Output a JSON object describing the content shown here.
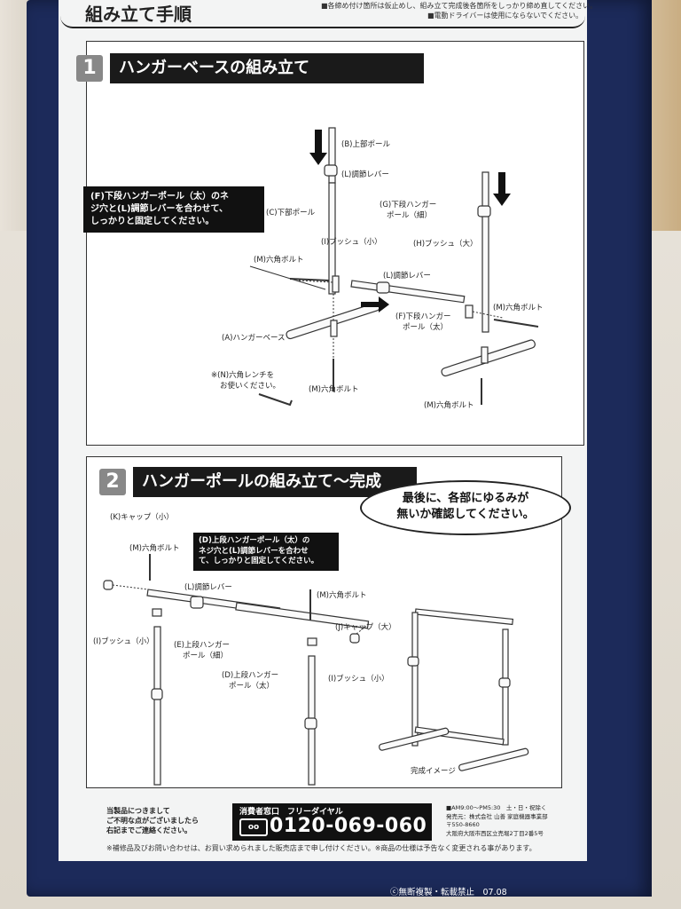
{
  "header": {
    "title": "組み立て手順",
    "note1": "■各締め付け箇所は仮止めし、組み立て完成後各箇所をしっかり締め直してください。",
    "note2": "■電動ドライバーは使用にならないでください。"
  },
  "step1": {
    "number": "1",
    "title": "ハンガーベースの組み立て",
    "note": [
      "(F)下段ハンガーポール（太）のネ",
      "ジ穴と(L)調節レバーを合わせて、",
      "しっかりと固定してください。"
    ],
    "labels": {
      "upper_pole": "(B)上部ポール",
      "lever_top": "(L)調節レバー",
      "lower_pole": "(C)下部ポール",
      "lower_hanger_thin_1": "(G)下段ハンガー",
      "lower_hanger_thin_2": "ポール（細）",
      "bush_small": "(I)ブッシュ（小）",
      "bush_large": "(H)ブッシュ（大）",
      "hex_bolt_left": "(M)六角ボルト",
      "lever_mid": "(L)調節レバー",
      "hex_bolt_right": "(M)六角ボルト",
      "lower_hanger_thick_1": "(F)下段ハンガー",
      "lower_hanger_thick_2": "ポール（太）",
      "hanger_base": "(A)ハンガーベース",
      "wrench_1": "※(N)六角レンチを",
      "wrench_2": "お使いください。",
      "hex_bolt_bottom": "(M)六角ボルト",
      "hex_bolt_bottom_right": "(M)六角ボルト"
    }
  },
  "step2": {
    "number": "2",
    "title": "ハンガーポールの組み立て〜完成",
    "oval": [
      "最後に、各部にゆるみが",
      "無いか確認してください。"
    ],
    "note": [
      "(D)上段ハンガーポール（太）の",
      "ネジ穴と(L)調節レバーを合わせ",
      "て、しっかりと固定してください。"
    ],
    "labels": {
      "cap_small": "(K)キャップ（小）",
      "hex_bolt_a": "(M)六角ボルト",
      "lever": "(L)調節レバー",
      "hex_bolt_b": "(M)六角ボルト",
      "cap_large": "(J)キャップ（大）",
      "bush_small_left": "(I)ブッシュ（小）",
      "upper_thin_1": "(E)上段ハンガー",
      "upper_thin_2": "ポール（細）",
      "upper_thick_1": "(D)上段ハンガー",
      "upper_thick_2": "ポール（太）",
      "bush_small_right": "(I)ブッシュ（小）",
      "complete": "完成イメージ"
    }
  },
  "footer": {
    "left": [
      "当製品につきまして",
      "ご不明な点がございましたら",
      "右記までご連絡ください。"
    ],
    "tel_label": "消費者窓口　フリーダイヤル",
    "tel_icon": "oo",
    "tel_number": "0120-069-060",
    "right": [
      "■AM9:00〜PM5:30　土・日・祝除く",
      "発売元：株式会社 山善 家庭機器事業部",
      "〒550-8660",
      "大阪府大阪市西区立売堀2丁目2番5号"
    ],
    "bottom": "※補修品及びお問い合わせは、お買い求められました販売店まで申し付けください。※商品の仕様は予告なく変更される事があります。",
    "copyright": "ⓒ無断複製・転載禁止　07.08"
  }
}
